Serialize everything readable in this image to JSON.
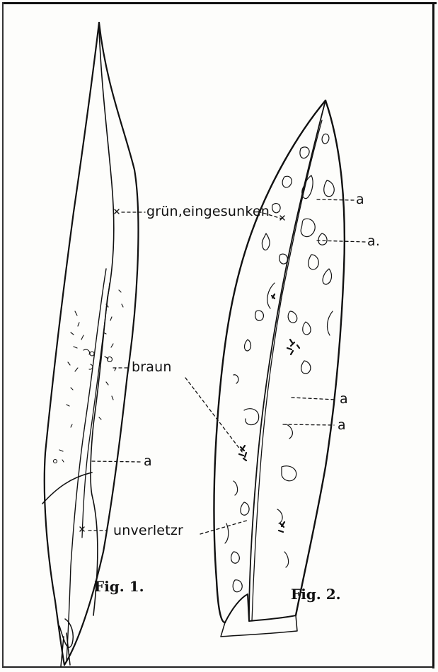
{
  "labels": {
    "gruen": "grün,eingesunken",
    "braun": "braun",
    "unverletzt": "unverletzr",
    "a_fig1": "a",
    "a_top1": "a",
    "a_top2": "a.",
    "a_mid1": "a",
    "a_mid2": "a"
  },
  "captions": {
    "fig1": "Fig. 1.",
    "fig2": "Fig. 2."
  },
  "colors": {
    "ink": "#111111",
    "paper": "#fdfdfb"
  }
}
